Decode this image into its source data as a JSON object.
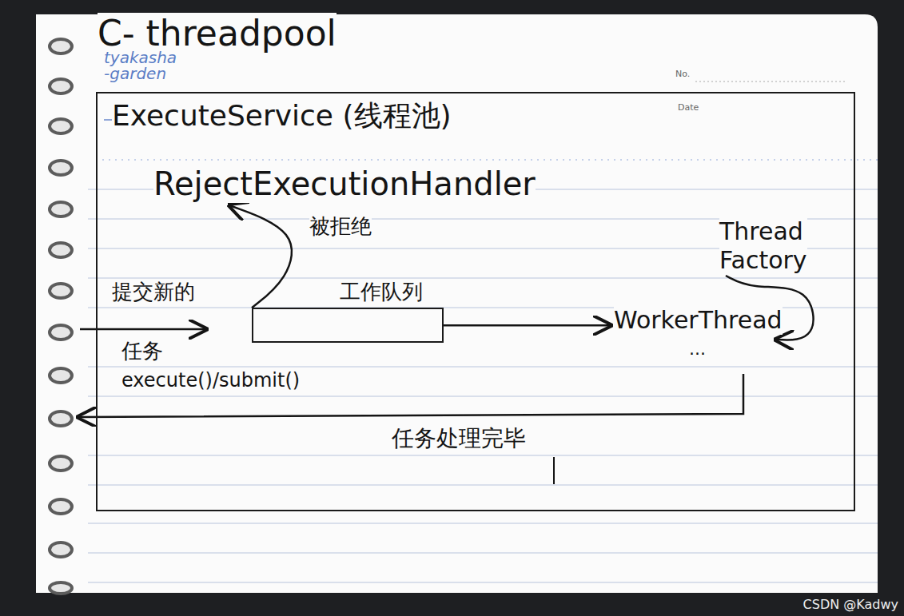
{
  "diagram": {
    "title": "C- threadpool",
    "nodes": [
      {
        "text": [
          "ExecuteService (线程池)"
        ]
      },
      {
        "text": [
          "RejectExecutionHandler"
        ],
        "in": 0
      },
      {
        "text": [
          "Thread Factory"
        ],
        "in": 0
      },
      {
        "text": [
          "工作队列"
        ],
        "in": 0
      },
      {
        "text": [
          "WorkerThread"
        ],
        "in": 0
      }
    ],
    "edges": [
      {
        "from": 3,
        "to": 1,
        "label": "被拒绝",
        "arrow": "to"
      },
      {
        "from": 3,
        "to": 4,
        "arrow": "to"
      },
      {
        "from": 2,
        "to": 4,
        "arrow": "to"
      }
    ],
    "labels": [
      "tyakasha -garden",
      "No.",
      "Date",
      "提交新的",
      "任务",
      "execute()/submit()",
      "...",
      "任务处理完毕",
      "CSDN @Kadwy"
    ]
  }
}
